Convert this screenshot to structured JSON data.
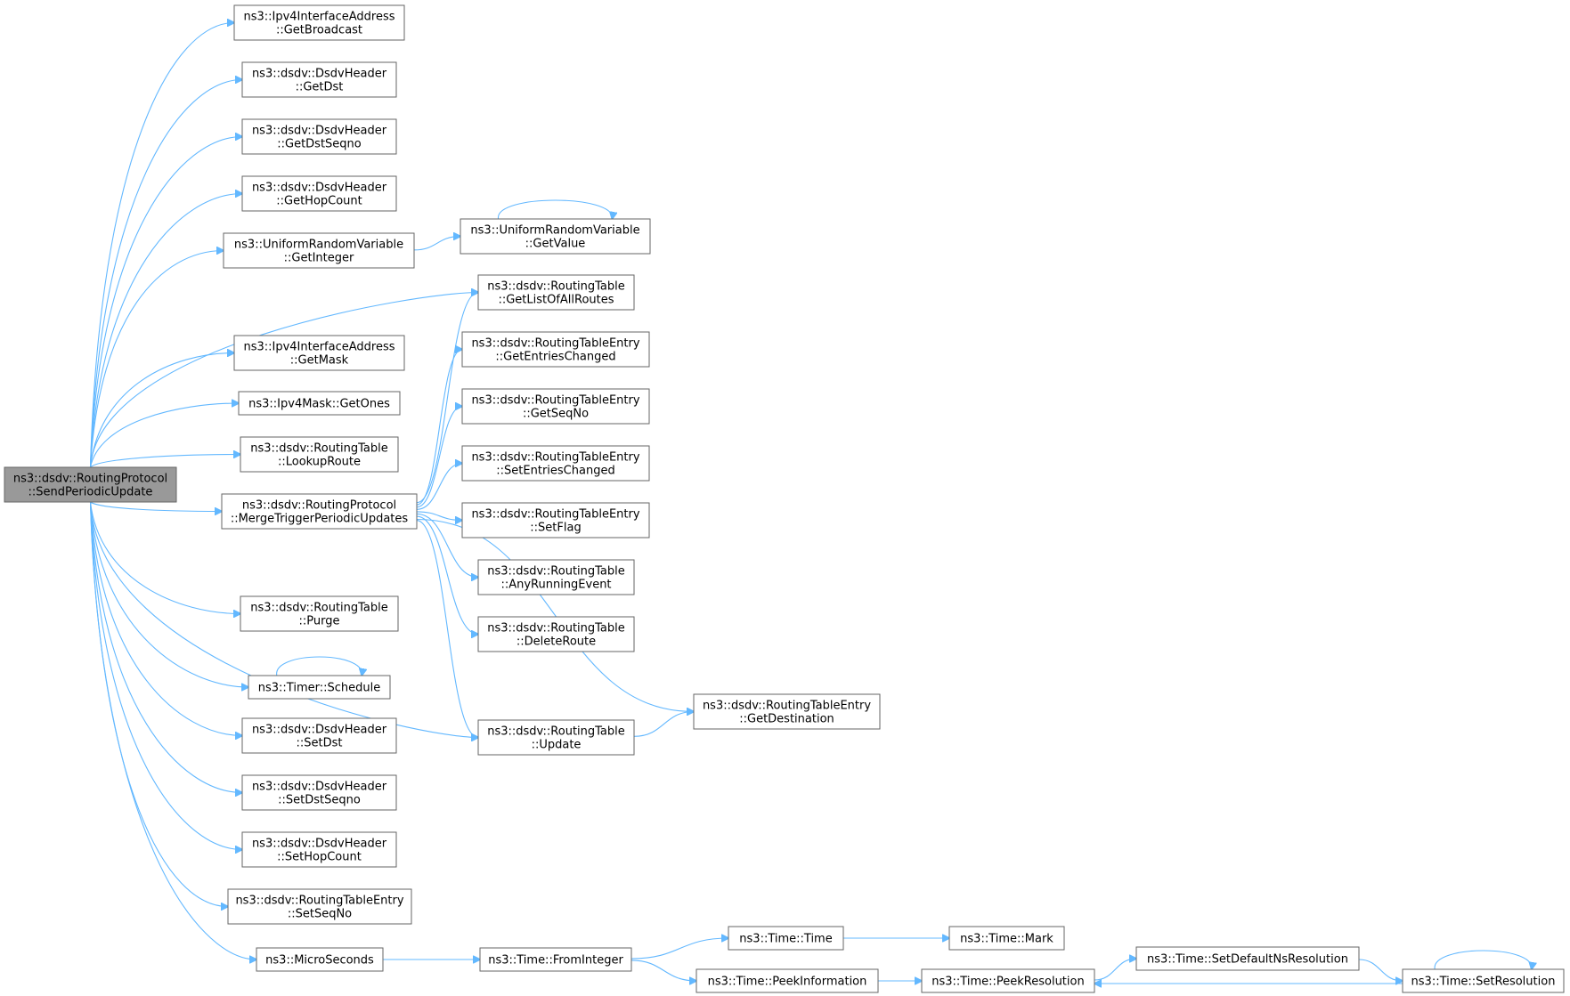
{
  "graph": {
    "nodes": [
      {
        "id": "root",
        "lines": [
          "ns3::dsdv::RoutingProtocol",
          "::SendPeriodicUpdate"
        ],
        "highlighted": true
      },
      {
        "id": "getBroadcast",
        "lines": [
          "ns3::Ipv4InterfaceAddress",
          "::GetBroadcast"
        ]
      },
      {
        "id": "getDst",
        "lines": [
          "ns3::dsdv::DsdvHeader",
          "::GetDst"
        ]
      },
      {
        "id": "getDstSeqno",
        "lines": [
          "ns3::dsdv::DsdvHeader",
          "::GetDstSeqno"
        ]
      },
      {
        "id": "getHopCount",
        "lines": [
          "ns3::dsdv::DsdvHeader",
          "::GetHopCount"
        ]
      },
      {
        "id": "getInteger",
        "lines": [
          "ns3::UniformRandomVariable",
          "::GetInteger"
        ]
      },
      {
        "id": "getValue",
        "lines": [
          "ns3::UniformRandomVariable",
          "::GetValue"
        ]
      },
      {
        "id": "getListOfAllRoutes",
        "lines": [
          "ns3::dsdv::RoutingTable",
          "::GetListOfAllRoutes"
        ]
      },
      {
        "id": "getMask",
        "lines": [
          "ns3::Ipv4InterfaceAddress",
          "::GetMask"
        ]
      },
      {
        "id": "getOnes",
        "lines": [
          "ns3::Ipv4Mask::GetOnes"
        ]
      },
      {
        "id": "lookupRoute",
        "lines": [
          "ns3::dsdv::RoutingTable",
          "::LookupRoute"
        ]
      },
      {
        "id": "mergeTrigger",
        "lines": [
          "ns3::dsdv::RoutingProtocol",
          "::MergeTriggerPeriodicUpdates"
        ]
      },
      {
        "id": "getEntriesChanged",
        "lines": [
          "ns3::dsdv::RoutingTableEntry",
          "::GetEntriesChanged"
        ]
      },
      {
        "id": "getSeqNo",
        "lines": [
          "ns3::dsdv::RoutingTableEntry",
          "::GetSeqNo"
        ]
      },
      {
        "id": "setEntriesChanged",
        "lines": [
          "ns3::dsdv::RoutingTableEntry",
          "::SetEntriesChanged"
        ]
      },
      {
        "id": "setFlag",
        "lines": [
          "ns3::dsdv::RoutingTableEntry",
          "::SetFlag"
        ]
      },
      {
        "id": "anyRunningEvent",
        "lines": [
          "ns3::dsdv::RoutingTable",
          "::AnyRunningEvent"
        ]
      },
      {
        "id": "deleteRoute",
        "lines": [
          "ns3::dsdv::RoutingTable",
          "::DeleteRoute"
        ]
      },
      {
        "id": "purge",
        "lines": [
          "ns3::dsdv::RoutingTable",
          "::Purge"
        ]
      },
      {
        "id": "schedule",
        "lines": [
          "ns3::Timer::Schedule"
        ]
      },
      {
        "id": "getDestination",
        "lines": [
          "ns3::dsdv::RoutingTableEntry",
          "::GetDestination"
        ]
      },
      {
        "id": "update",
        "lines": [
          "ns3::dsdv::RoutingTable",
          "::Update"
        ]
      },
      {
        "id": "setDst",
        "lines": [
          "ns3::dsdv::DsdvHeader",
          "::SetDst"
        ]
      },
      {
        "id": "setDstSeqno",
        "lines": [
          "ns3::dsdv::DsdvHeader",
          "::SetDstSeqno"
        ]
      },
      {
        "id": "setHopCount",
        "lines": [
          "ns3::dsdv::DsdvHeader",
          "::SetHopCount"
        ]
      },
      {
        "id": "setSeqNo",
        "lines": [
          "ns3::dsdv::RoutingTableEntry",
          "::SetSeqNo"
        ]
      },
      {
        "id": "microSeconds",
        "lines": [
          "ns3::MicroSeconds"
        ]
      },
      {
        "id": "fromInteger",
        "lines": [
          "ns3::Time::FromInteger"
        ]
      },
      {
        "id": "timeTime",
        "lines": [
          "ns3::Time::Time"
        ]
      },
      {
        "id": "mark",
        "lines": [
          "ns3::Time::Mark"
        ]
      },
      {
        "id": "peekInformation",
        "lines": [
          "ns3::Time::PeekInformation"
        ]
      },
      {
        "id": "peekResolution",
        "lines": [
          "ns3::Time::PeekResolution"
        ]
      },
      {
        "id": "setDefaultNsResolution",
        "lines": [
          "ns3::Time::SetDefaultNsResolution"
        ]
      },
      {
        "id": "setResolution",
        "lines": [
          "ns3::Time::SetResolution"
        ]
      }
    ],
    "edges": [
      {
        "from": "root",
        "to": "getBroadcast"
      },
      {
        "from": "root",
        "to": "getDst"
      },
      {
        "from": "root",
        "to": "getDstSeqno"
      },
      {
        "from": "root",
        "to": "getHopCount"
      },
      {
        "from": "root",
        "to": "getInteger"
      },
      {
        "from": "root",
        "to": "getListOfAllRoutes"
      },
      {
        "from": "root",
        "to": "getMask"
      },
      {
        "from": "root",
        "to": "getOnes"
      },
      {
        "from": "root",
        "to": "lookupRoute"
      },
      {
        "from": "root",
        "to": "mergeTrigger"
      },
      {
        "from": "root",
        "to": "purge"
      },
      {
        "from": "root",
        "to": "schedule"
      },
      {
        "from": "root",
        "to": "update"
      },
      {
        "from": "root",
        "to": "setDst"
      },
      {
        "from": "root",
        "to": "setDstSeqno"
      },
      {
        "from": "root",
        "to": "setHopCount"
      },
      {
        "from": "root",
        "to": "setSeqNo"
      },
      {
        "from": "root",
        "to": "microSeconds"
      },
      {
        "from": "getInteger",
        "to": "getValue"
      },
      {
        "from": "getValue",
        "to": "getValue"
      },
      {
        "from": "mergeTrigger",
        "to": "getListOfAllRoutes"
      },
      {
        "from": "mergeTrigger",
        "to": "getEntriesChanged"
      },
      {
        "from": "mergeTrigger",
        "to": "getSeqNo"
      },
      {
        "from": "mergeTrigger",
        "to": "setEntriesChanged"
      },
      {
        "from": "mergeTrigger",
        "to": "setFlag"
      },
      {
        "from": "mergeTrigger",
        "to": "anyRunningEvent"
      },
      {
        "from": "mergeTrigger",
        "to": "deleteRoute"
      },
      {
        "from": "mergeTrigger",
        "to": "getDestination"
      },
      {
        "from": "mergeTrigger",
        "to": "update"
      },
      {
        "from": "schedule",
        "to": "schedule"
      },
      {
        "from": "update",
        "to": "getDestination"
      },
      {
        "from": "microSeconds",
        "to": "fromInteger"
      },
      {
        "from": "fromInteger",
        "to": "timeTime"
      },
      {
        "from": "fromInteger",
        "to": "peekInformation"
      },
      {
        "from": "timeTime",
        "to": "mark"
      },
      {
        "from": "peekInformation",
        "to": "peekResolution"
      },
      {
        "from": "peekResolution",
        "to": "setDefaultNsResolution"
      },
      {
        "from": "setDefaultNsResolution",
        "to": "setResolution"
      },
      {
        "from": "setResolution",
        "to": "peekResolution"
      },
      {
        "from": "setResolution",
        "to": "setResolution"
      }
    ]
  }
}
